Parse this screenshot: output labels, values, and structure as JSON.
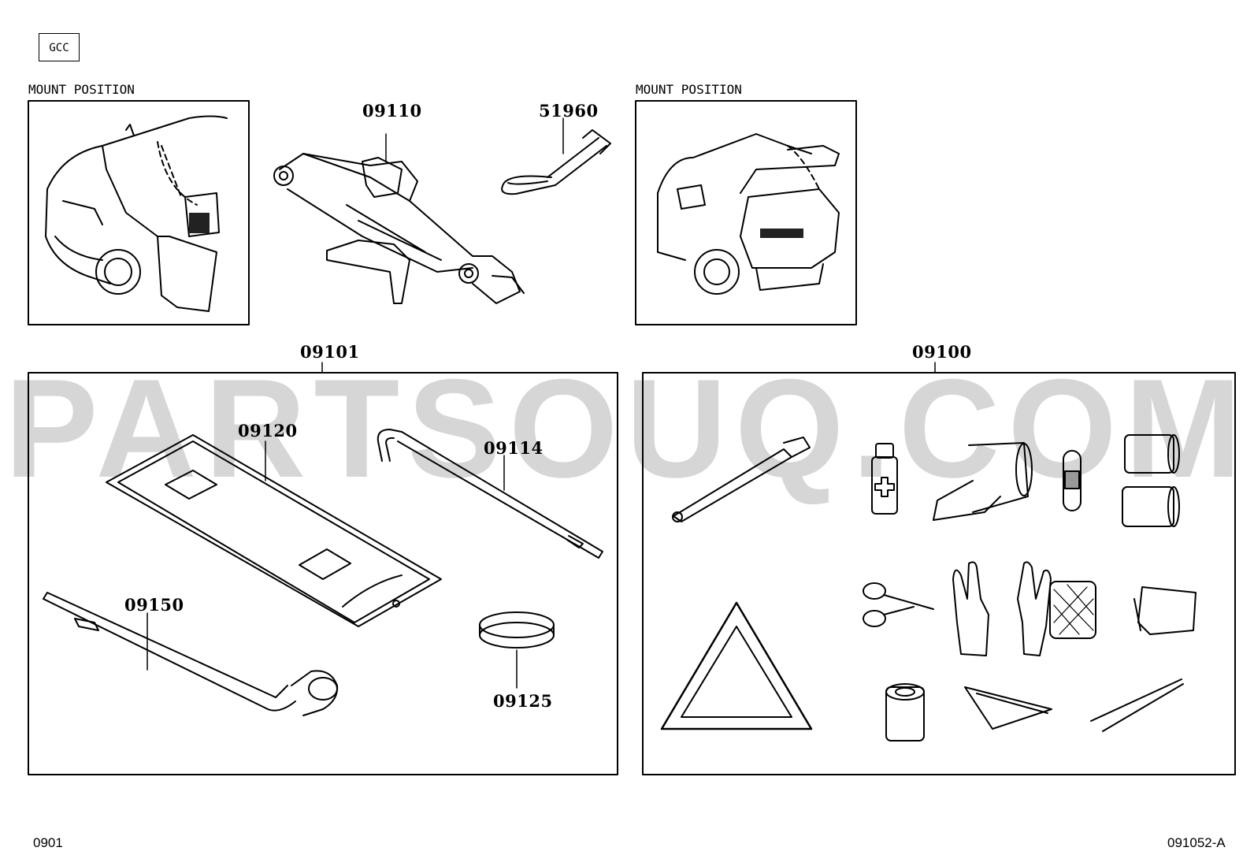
{
  "badge": "GCC",
  "mount_labels": [
    "MOUNT POSITION",
    "MOUNT POSITION"
  ],
  "parts": {
    "jack": "09110",
    "hook": "51960",
    "tool_set": "09101",
    "tool_bag": "09120",
    "handle": "09114",
    "wrench": "09150",
    "band": "09125",
    "emergency_kit": "09100"
  },
  "watermark": "PARTSOUQ.COM",
  "footer": {
    "left": "0901",
    "right": "091052-A"
  }
}
